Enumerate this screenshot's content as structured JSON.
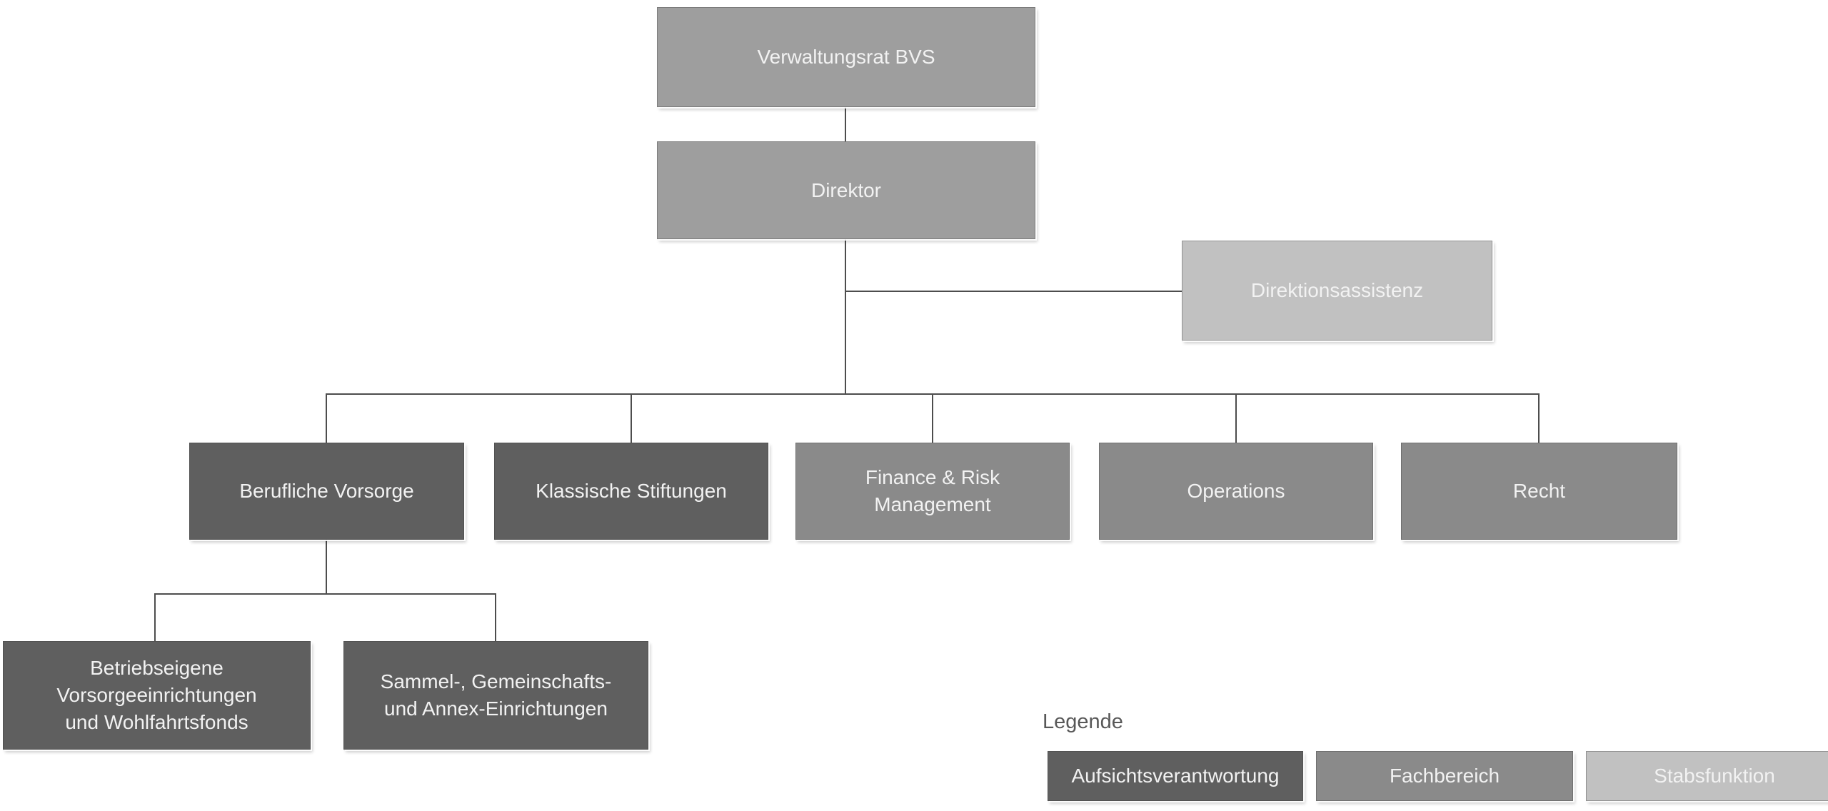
{
  "colors": {
    "responsibility_dark": "#5f5f5f",
    "department_medium": "#8a8a8a",
    "management_gray": "#9e9e9e",
    "staff_light": "#c1c1c1",
    "connector": "#4d4d4d",
    "node_text": "#f2f2f2",
    "legend_label_text": "#585858",
    "background": "#ffffff"
  },
  "org_chart": {
    "root": {
      "label": "Verwaltungsrat BVS"
    },
    "director": {
      "label": "Direktor"
    },
    "staff_unit": {
      "label": "Direktionsassistenz",
      "type": "Stabsfunktion"
    },
    "departments": [
      {
        "label": "Berufliche Vorsorge",
        "type": "Aufsichtsverantwortung"
      },
      {
        "label": "Klassische Stiftungen",
        "type": "Aufsichtsverantwortung"
      },
      {
        "label": "Finance & Risk\nManagement",
        "type": "Fachbereich"
      },
      {
        "label": "Operations",
        "type": "Fachbereich"
      },
      {
        "label": "Recht",
        "type": "Fachbereich"
      }
    ],
    "subunits": [
      {
        "label": "Betriebseigene\nVorsorgeeinrichtungen\nund Wohlfahrtsfonds",
        "type": "Aufsichtsverantwortung"
      },
      {
        "label": "Sammel-, Gemeinschafts-\nund Annex-Einrichtungen",
        "type": "Aufsichtsverantwortung"
      }
    ]
  },
  "legend": {
    "title": "Legende",
    "items": [
      {
        "label": "Aufsichtsverantwortung",
        "color": "#5f5f5f"
      },
      {
        "label": "Fachbereich",
        "color": "#8a8a8a"
      },
      {
        "label": "Stabsfunktion",
        "color": "#c1c1c1"
      }
    ]
  }
}
